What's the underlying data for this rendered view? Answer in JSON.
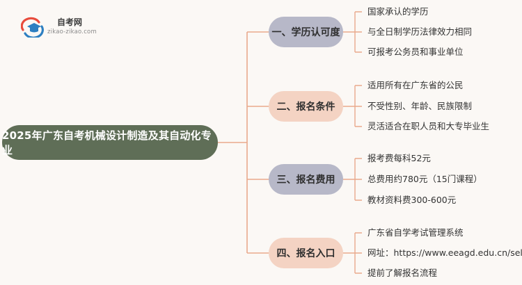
{
  "logo": {
    "title": "自考网",
    "url": "zikao-zikao.com",
    "icon": "graduation-cap-icon",
    "colors": {
      "red": "#e84c3d",
      "blue": "#2d7fc1"
    }
  },
  "root": {
    "label": "2025年广东自考机械设计制造及其自动化专业"
  },
  "branches": [
    {
      "label": "一、学历认可度",
      "items": [
        "国家承认的学历",
        "与全日制学历法律效力相同",
        "可报考公务员和事业单位"
      ]
    },
    {
      "label": "二、报名条件",
      "items": [
        "适用所有在广东省的公民",
        "不受性别、年龄、民族限制",
        "灵活适合在职人员和大专毕业生"
      ]
    },
    {
      "label": "三、报名费用",
      "items": [
        "报考费每科52元",
        "总费用约780元（15门课程）",
        "教材资料费300-600元"
      ]
    },
    {
      "label": "四、报名入口",
      "items": [
        "广东省自学考试管理系统",
        "网址：https://www.eeagd.edu.cn/selfec/",
        "提前了解报名流程"
      ]
    }
  ],
  "colors": {
    "root": "#5f6e57",
    "branch_blue": "#b7b8c8",
    "branch_peach": "#f4d3c3",
    "connector": "#e9a98c",
    "background": "#fbf8f5"
  }
}
